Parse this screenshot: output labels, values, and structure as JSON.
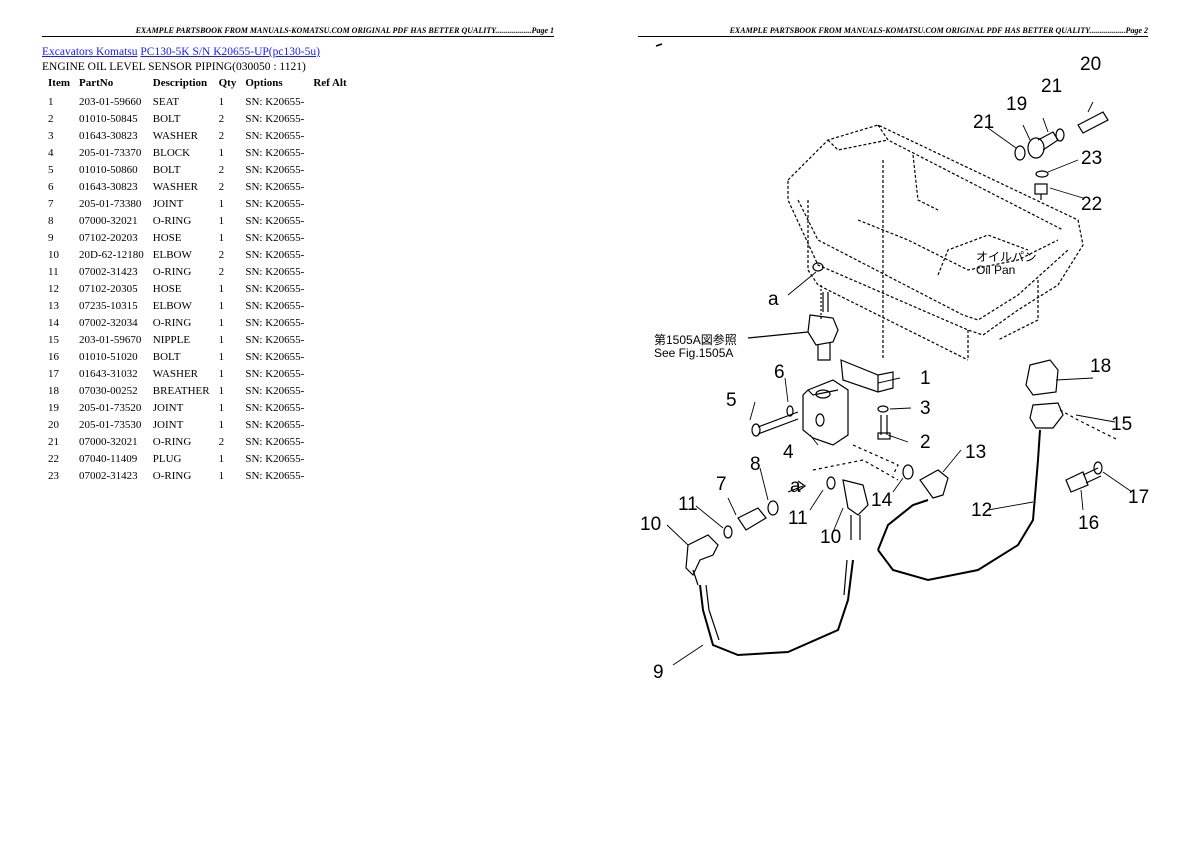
{
  "header": {
    "page1": "EXAMPLE PARTSBOOK FROM MANUALS-KOMATSU.COM ORIGINAL PDF HAS BETTER QUALITY..................Page 1",
    "page2": "EXAMPLE PARTSBOOK FROM MANUALS-KOMATSU.COM ORIGINAL PDF HAS BETTER QUALITY..................Page 2"
  },
  "breadcrumb": {
    "link1": "Excavators Komatsu",
    "link2": "PC130-5K S/N K20655-UP(pc130-5u)"
  },
  "subtitle": "ENGINE OIL LEVEL SENSOR PIPING(030050 : 1121)",
  "table": {
    "headers": [
      "Item",
      "PartNo",
      "Description",
      "Qty",
      "Options",
      "Ref Alt"
    ],
    "rows": [
      [
        "1",
        "203-01-59660",
        "SEAT",
        "1",
        "SN: K20655-"
      ],
      [
        "2",
        "01010-50845",
        "BOLT",
        "2",
        "SN: K20655-"
      ],
      [
        "3",
        "01643-30823",
        "WASHER",
        "2",
        "SN: K20655-"
      ],
      [
        "4",
        "205-01-73370",
        "BLOCK",
        "1",
        "SN: K20655-"
      ],
      [
        "5",
        "01010-50860",
        "BOLT",
        "2",
        "SN: K20655-"
      ],
      [
        "6",
        "01643-30823",
        "WASHER",
        "2",
        "SN: K20655-"
      ],
      [
        "7",
        "205-01-73380",
        "JOINT",
        "1",
        "SN: K20655-"
      ],
      [
        "8",
        "07000-32021",
        "O-RING",
        "1",
        "SN: K20655-"
      ],
      [
        "9",
        "07102-20203",
        "HOSE",
        "1",
        "SN: K20655-"
      ],
      [
        "10",
        "20D-62-12180",
        "ELBOW",
        "2",
        "SN: K20655-"
      ],
      [
        "11",
        "07002-31423",
        "O-RING",
        "2",
        "SN: K20655-"
      ],
      [
        "12",
        "07102-20305",
        "HOSE",
        "1",
        "SN: K20655-"
      ],
      [
        "13",
        "07235-10315",
        "ELBOW",
        "1",
        "SN: K20655-"
      ],
      [
        "14",
        "07002-32034",
        "O-RING",
        "1",
        "SN: K20655-"
      ],
      [
        "15",
        "203-01-59670",
        "NIPPLE",
        "1",
        "SN: K20655-"
      ],
      [
        "16",
        "01010-51020",
        "BOLT",
        "1",
        "SN: K20655-"
      ],
      [
        "17",
        "01643-31032",
        "WASHER",
        "1",
        "SN: K20655-"
      ],
      [
        "18",
        "07030-00252",
        "BREATHER",
        "1",
        "SN: K20655-"
      ],
      [
        "19",
        "205-01-73520",
        "JOINT",
        "1",
        "SN: K20655-"
      ],
      [
        "20",
        "205-01-73530",
        "JOINT",
        "1",
        "SN: K20655-"
      ],
      [
        "21",
        "07000-32021",
        "O-RING",
        "2",
        "SN: K20655-"
      ],
      [
        "22",
        "07040-11409",
        "PLUG",
        "1",
        "SN: K20655-"
      ],
      [
        "23",
        "07002-31423",
        "O-RING",
        "1",
        "SN: K20655-"
      ]
    ]
  },
  "diagram": {
    "callouts": [
      "1",
      "2",
      "3",
      "4",
      "5",
      "6",
      "7",
      "8",
      "9",
      "10",
      "10",
      "11",
      "11",
      "12",
      "13",
      "14",
      "15",
      "16",
      "17",
      "18",
      "19",
      "20",
      "21",
      "21",
      "22",
      "23"
    ],
    "letter_a_1": "a",
    "letter_a_2": "a",
    "oil_pan_jp": "オイルパン",
    "oil_pan_en": "Oil Pan",
    "see_fig_jp": "第1505A図参照",
    "see_fig_en": "See Fig.1505A"
  }
}
